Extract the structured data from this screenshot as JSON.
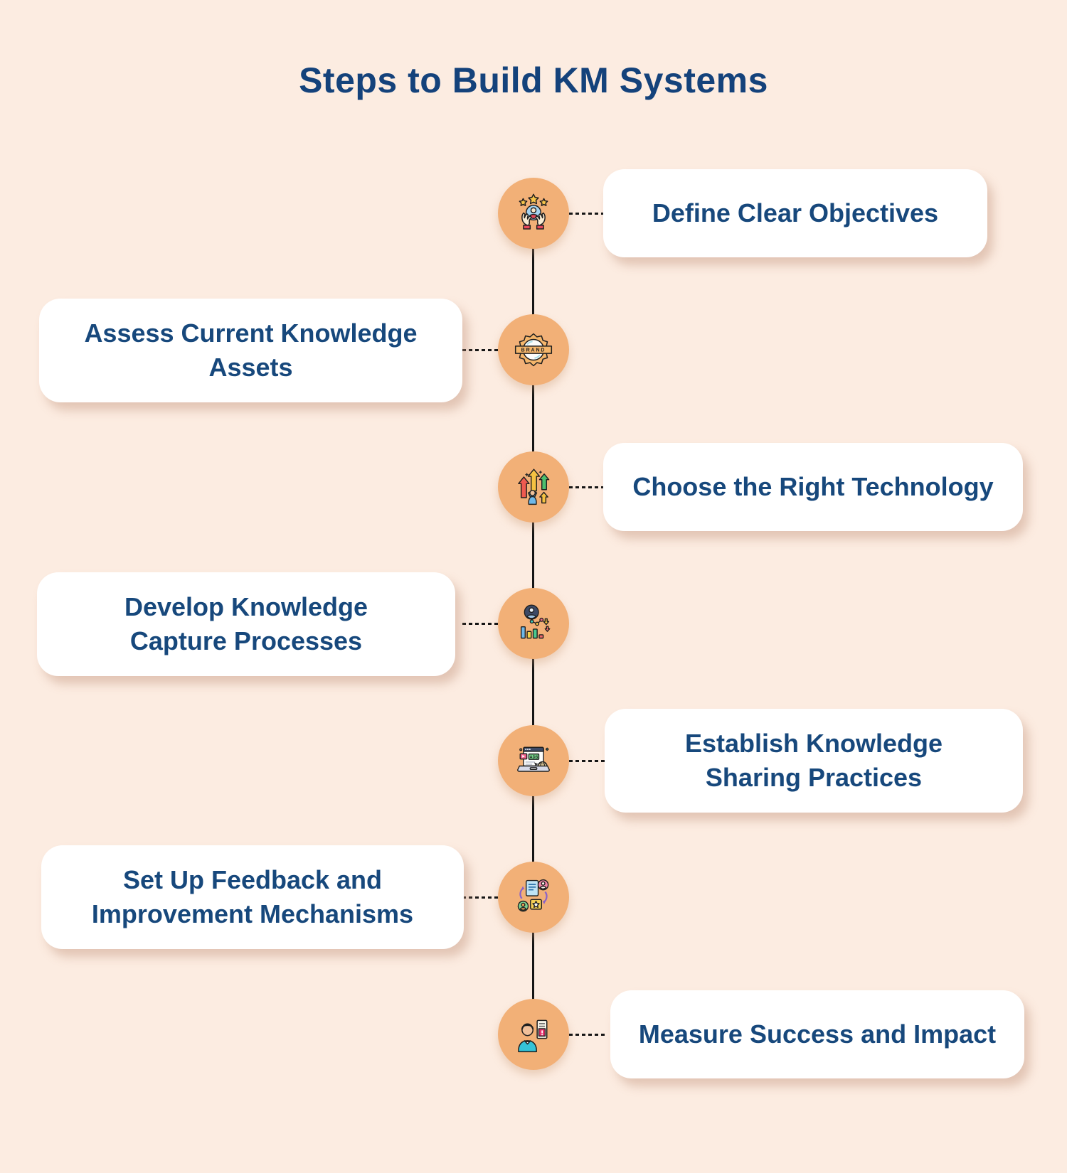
{
  "title": "Steps to Build KM Systems",
  "steps": [
    {
      "label": "Define Clear Objectives",
      "side": "right",
      "icon": "hands-holding-user-stars"
    },
    {
      "label": "Assess Current Knowledge\nAssets",
      "side": "left",
      "icon": "brand-badge"
    },
    {
      "label": "Choose the Right Technology",
      "side": "right",
      "icon": "growth-arrows-person"
    },
    {
      "label": "Develop Knowledge\nCapture Processes",
      "side": "left",
      "icon": "person-analytics-chart"
    },
    {
      "label": "Establish Knowledge\nSharing Practices",
      "side": "right",
      "icon": "laptop-ads-globe"
    },
    {
      "label": "Set Up Feedback and\nImprovement Mechanisms",
      "side": "left",
      "icon": "feedback-loop"
    },
    {
      "label": "Measure Success and Impact",
      "side": "right",
      "icon": "person-report-alert"
    }
  ],
  "icon_labels": {
    "badge_text": "BRAND",
    "ads_text": "ADS"
  },
  "colors": {
    "background": "#FCECE1",
    "card_background": "#FFFFFF",
    "title_text": "#14427B",
    "card_text": "#17487C",
    "node_circle": "#F2B077",
    "timeline_line": "#151515"
  }
}
